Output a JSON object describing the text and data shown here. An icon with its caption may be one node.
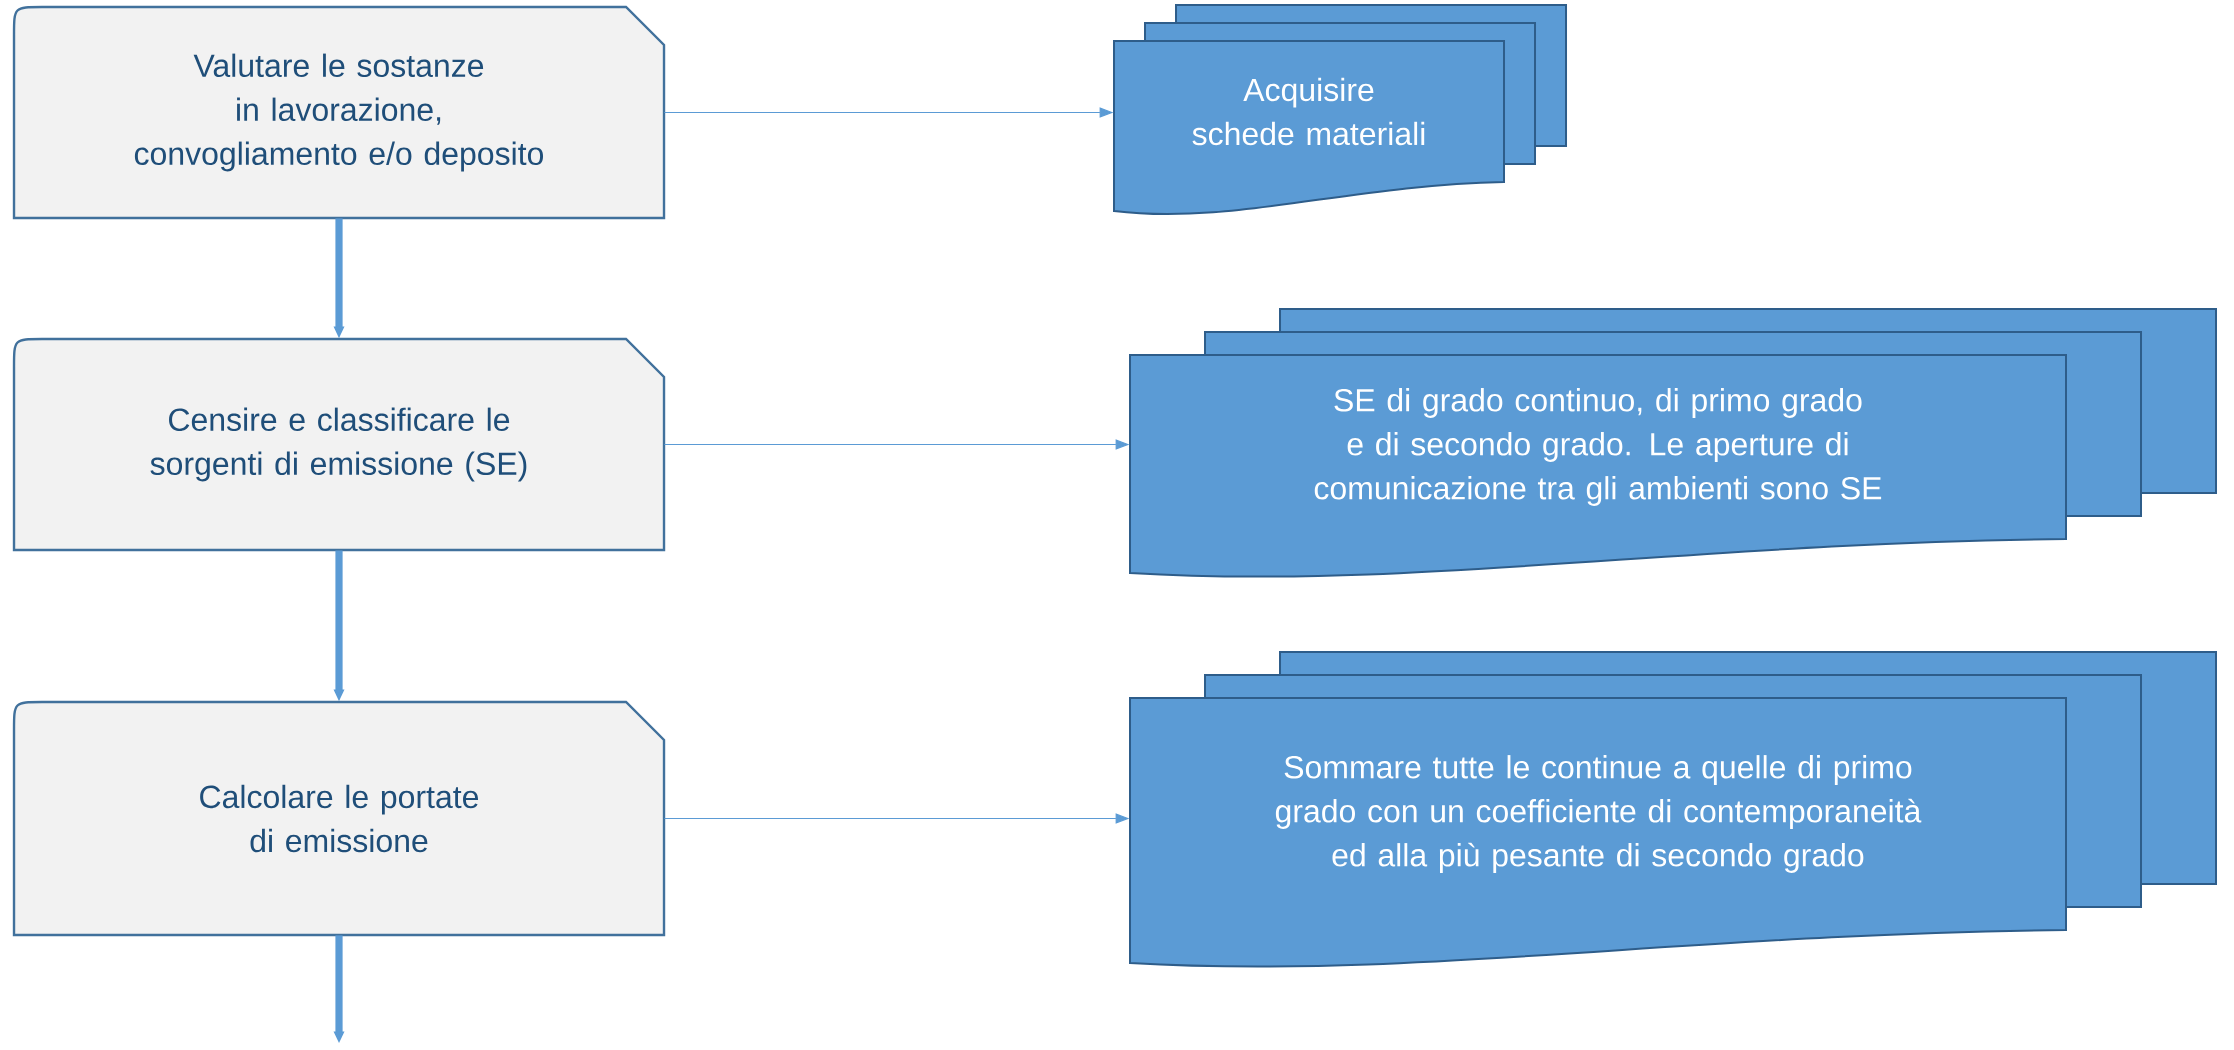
{
  "diagram": {
    "nodes": [
      {
        "text": [
          "Valutare le sostanze in lavorazione, convogliamento e/o deposito"
        ]
      },
      {
        "text": [
          "Acquisire schede materiali"
        ]
      },
      {
        "text": [
          "Censire e classificare le sorgenti di emissione (SE)"
        ]
      },
      {
        "text": [
          "SE di grado continuo, di primo grado e di secondo grado. Le aperture di comunicazione tra gli ambienti sono SE"
        ]
      },
      {
        "text": [
          "Calcolare le portate di emissione"
        ]
      },
      {
        "text": [
          "Sommare tutte le continue a quelle di primo grado con un coefficiente di contemporaneità ed alla più pesante di secondo grado"
        ]
      }
    ],
    "edges": [
      {
        "from": 0,
        "to": 2,
        "arrow": "to",
        "style": "thick"
      },
      {
        "from": 2,
        "to": 4,
        "arrow": "to",
        "style": "thick"
      },
      {
        "from": 4,
        "to": null,
        "arrow": "to",
        "style": "thick"
      },
      {
        "from": 0,
        "to": 1,
        "arrow": "to"
      },
      {
        "from": 2,
        "to": 3,
        "arrow": "to"
      },
      {
        "from": 4,
        "to": 5,
        "arrow": "to"
      }
    ]
  }
}
